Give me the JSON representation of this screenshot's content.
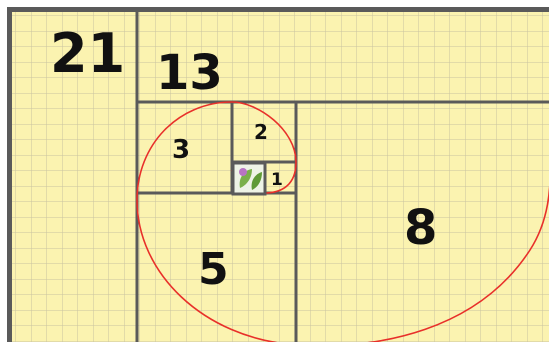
{
  "diagram": {
    "colors": {
      "background": "#fbf3b0",
      "grid": "#c9c3a0",
      "frame": "#5a5a5a",
      "spiral": "#e8302a",
      "label": "#111111"
    },
    "squares": [
      {
        "id": "sq-21",
        "label": "21"
      },
      {
        "id": "sq-13",
        "label": "13"
      },
      {
        "id": "sq-8",
        "label": "8"
      },
      {
        "id": "sq-5",
        "label": "5"
      },
      {
        "id": "sq-3",
        "label": "3"
      },
      {
        "id": "sq-2",
        "label": "2"
      },
      {
        "id": "sq-1",
        "label": "1"
      }
    ]
  }
}
